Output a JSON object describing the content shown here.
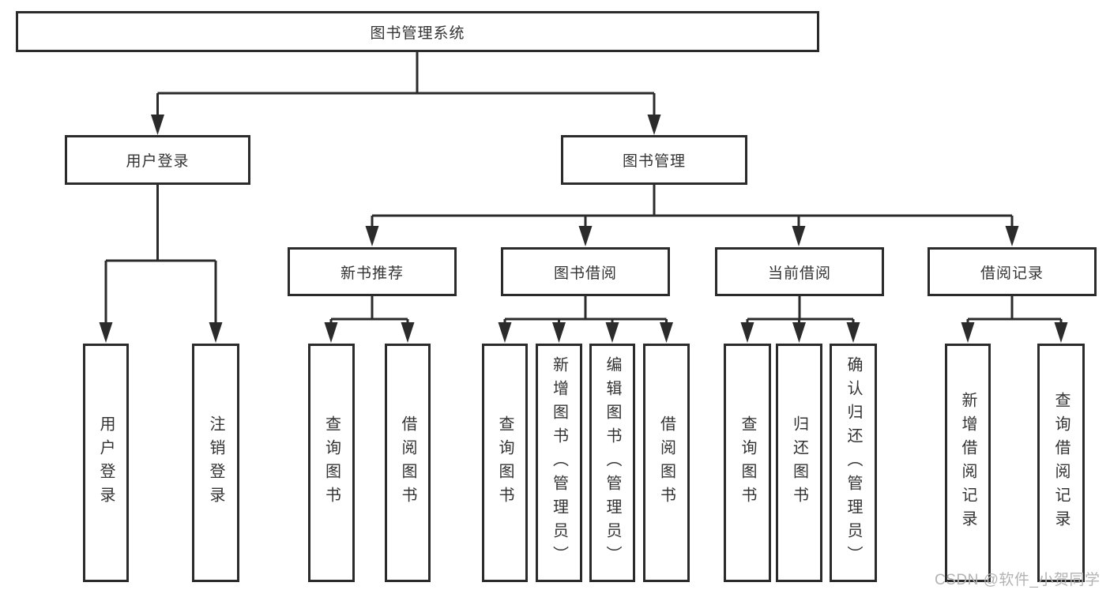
{
  "diagram": {
    "root": {
      "label": "图书管理系统"
    },
    "user_login": {
      "label": "用户登录",
      "children": [
        {
          "label": "用户登录"
        },
        {
          "label": "注销登录"
        }
      ]
    },
    "book_mgmt": {
      "label": "图书管理",
      "sections": [
        {
          "label": "新书推荐",
          "children": [
            {
              "label": "查询图书"
            },
            {
              "label": "借阅图书"
            }
          ]
        },
        {
          "label": "图书借阅",
          "children": [
            {
              "label": "查询图书"
            },
            {
              "label": "新增图书（管理员）"
            },
            {
              "label": "编辑图书（管理员）"
            },
            {
              "label": "借阅图书"
            }
          ]
        },
        {
          "label": "当前借阅",
          "children": [
            {
              "label": "查询图书"
            },
            {
              "label": "归还图书"
            },
            {
              "label": "确认归还（管理员）"
            }
          ]
        },
        {
          "label": "借阅记录",
          "children": [
            {
              "label": "新增借阅记录"
            },
            {
              "label": "查询借阅记录"
            }
          ]
        }
      ]
    }
  },
  "watermark": {
    "text": "CSDN @软件_小贺同学"
  },
  "colors": {
    "line": "#2b2b2b",
    "text": "#333333",
    "watermark": "#b3b3b3",
    "background": "#ffffff"
  }
}
